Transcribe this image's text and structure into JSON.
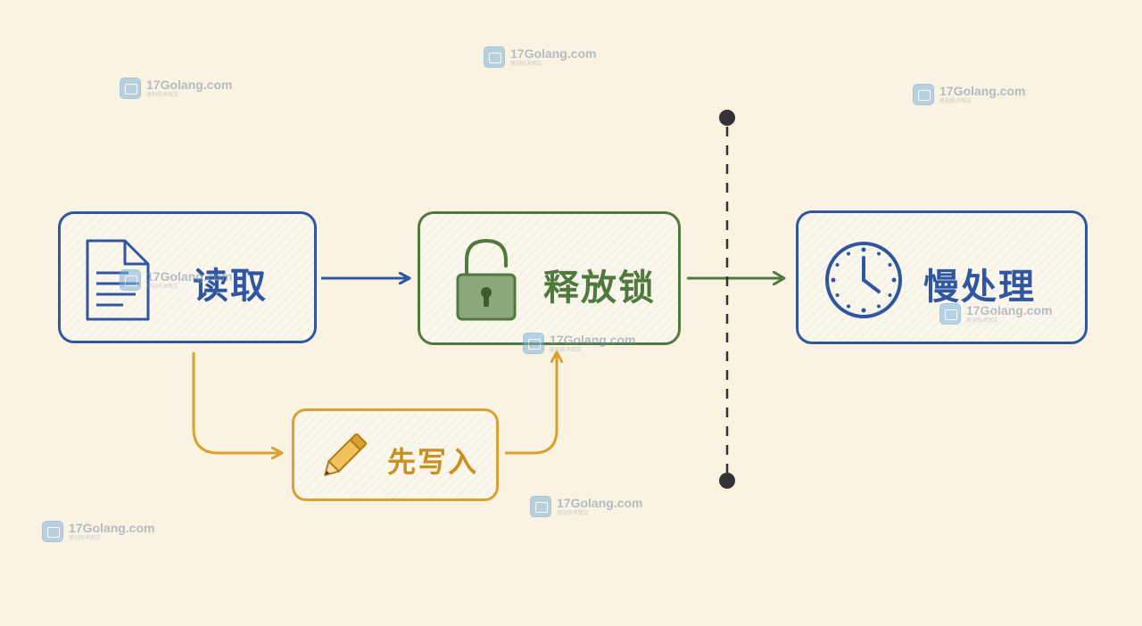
{
  "nodes": {
    "read": {
      "label": "读取"
    },
    "release": {
      "label": "释放锁"
    },
    "slow": {
      "label": "慢处理"
    },
    "write": {
      "label": "先写入"
    }
  },
  "watermark": {
    "text": "17Golang.com",
    "subtext": "原创技术图文"
  },
  "colors": {
    "blue": "#2f56a0",
    "green": "#4f7a3f",
    "amber": "#d9a032",
    "divider": "#333333",
    "background": "#fbf3e2"
  },
  "icons": {
    "read": "document-icon",
    "release": "unlocked-padlock-icon",
    "slow": "clock-icon",
    "write": "pencil-icon"
  }
}
